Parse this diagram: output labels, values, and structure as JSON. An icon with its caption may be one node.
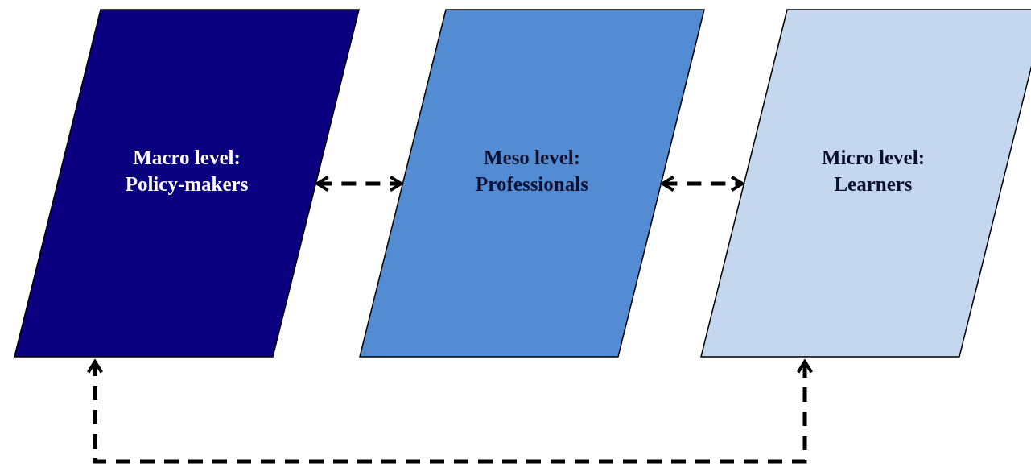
{
  "diagram": {
    "nodes": [
      {
        "text": [
          "Macro level: Policy-makers"
        ]
      },
      {
        "text": [
          "Meso level: Professionals"
        ]
      },
      {
        "text": [
          "Micro level: Learners"
        ]
      }
    ],
    "edges": [
      {
        "from": 0,
        "to": 1,
        "arrow": "both",
        "style": "dashed"
      },
      {
        "from": 1,
        "to": 2,
        "arrow": "both",
        "style": "dashed"
      },
      {
        "from": 0,
        "to": 2,
        "arrow": "both",
        "style": "dashed"
      }
    ]
  }
}
